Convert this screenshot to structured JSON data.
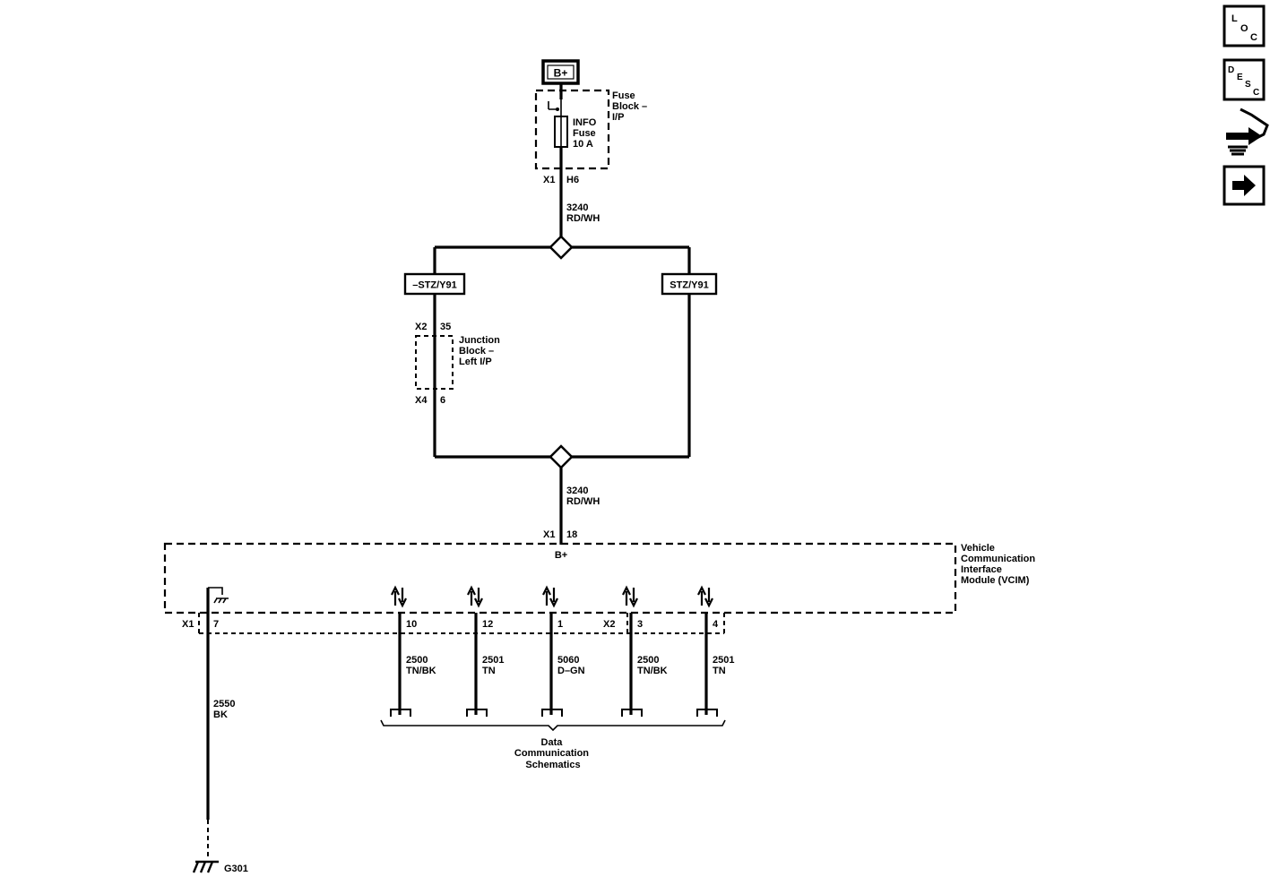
{
  "power": {
    "label": "B+"
  },
  "fuse_block": {
    "name_lines": [
      "Fuse",
      "Block –",
      "I/P"
    ]
  },
  "fuse": {
    "label_lines": [
      "INFO",
      "Fuse",
      "10 A"
    ]
  },
  "fuse_conn": {
    "connector": "X1",
    "pin": "H6"
  },
  "wire_top": {
    "circuit": "3240",
    "color": "RD/WH"
  },
  "option_left": "–STZ/Y91",
  "option_right": "STZ/Y91",
  "junction_block": {
    "name_lines": [
      "Junction",
      "Block –",
      "Left I/P"
    ],
    "top_connector": "X2",
    "top_pin": "35",
    "bottom_connector": "X4",
    "bottom_pin": "6"
  },
  "wire_bottom": {
    "circuit": "3240",
    "color": "RD/WH"
  },
  "vcim": {
    "name_lines": [
      "Vehicle",
      "Communication",
      "Interface",
      "Module (VCIM)"
    ],
    "power_connector": "X1",
    "power_pin": "18",
    "power_label": "B+",
    "connector_x1": "X1",
    "connector_x2": "X2"
  },
  "ground_pin": "7",
  "ground_wire": {
    "circuit": "2550",
    "color": "BK"
  },
  "ground": {
    "label": "G301"
  },
  "data_lines": [
    {
      "pin": "10",
      "circuit": "2500",
      "color": "TN/BK"
    },
    {
      "pin": "12",
      "circuit": "2501",
      "color": "TN"
    },
    {
      "pin": "1",
      "circuit": "5060",
      "color": "D–GN"
    },
    {
      "pin": "3",
      "circuit": "2500",
      "color": "TN/BK"
    },
    {
      "pin": "4",
      "circuit": "2501",
      "color": "TN"
    }
  ],
  "data_comm": {
    "label_lines": [
      "Data",
      "Communication",
      "Schematics"
    ]
  },
  "nav": {
    "loc": {
      "l": "L",
      "o": "O",
      "c": "C"
    },
    "desc": {
      "d": "D",
      "e": "E",
      "s": "S",
      "c": "C"
    }
  }
}
